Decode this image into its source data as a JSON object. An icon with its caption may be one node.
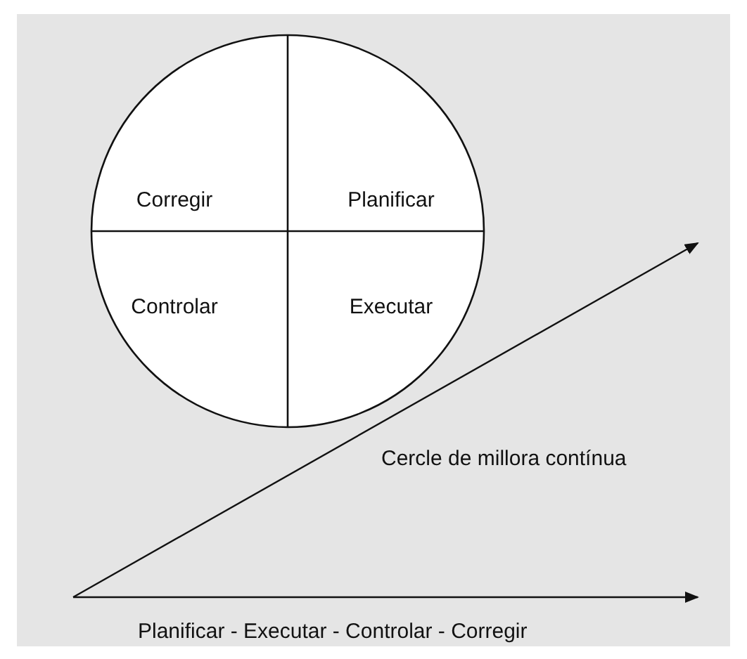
{
  "diagram": {
    "nodes": [
      {
        "text": [],
        "shape": "circle"
      },
      {
        "text": [
          "Corregir"
        ],
        "in": 0
      },
      {
        "text": [
          "Planificar"
        ],
        "in": 0
      },
      {
        "text": [
          "Controlar"
        ],
        "in": 0
      },
      {
        "text": [
          "Executar"
        ],
        "in": 0
      }
    ],
    "labels": [
      "Cercle de millora contínua",
      "Planificar - Executar - Controlar - Corregir"
    ]
  }
}
